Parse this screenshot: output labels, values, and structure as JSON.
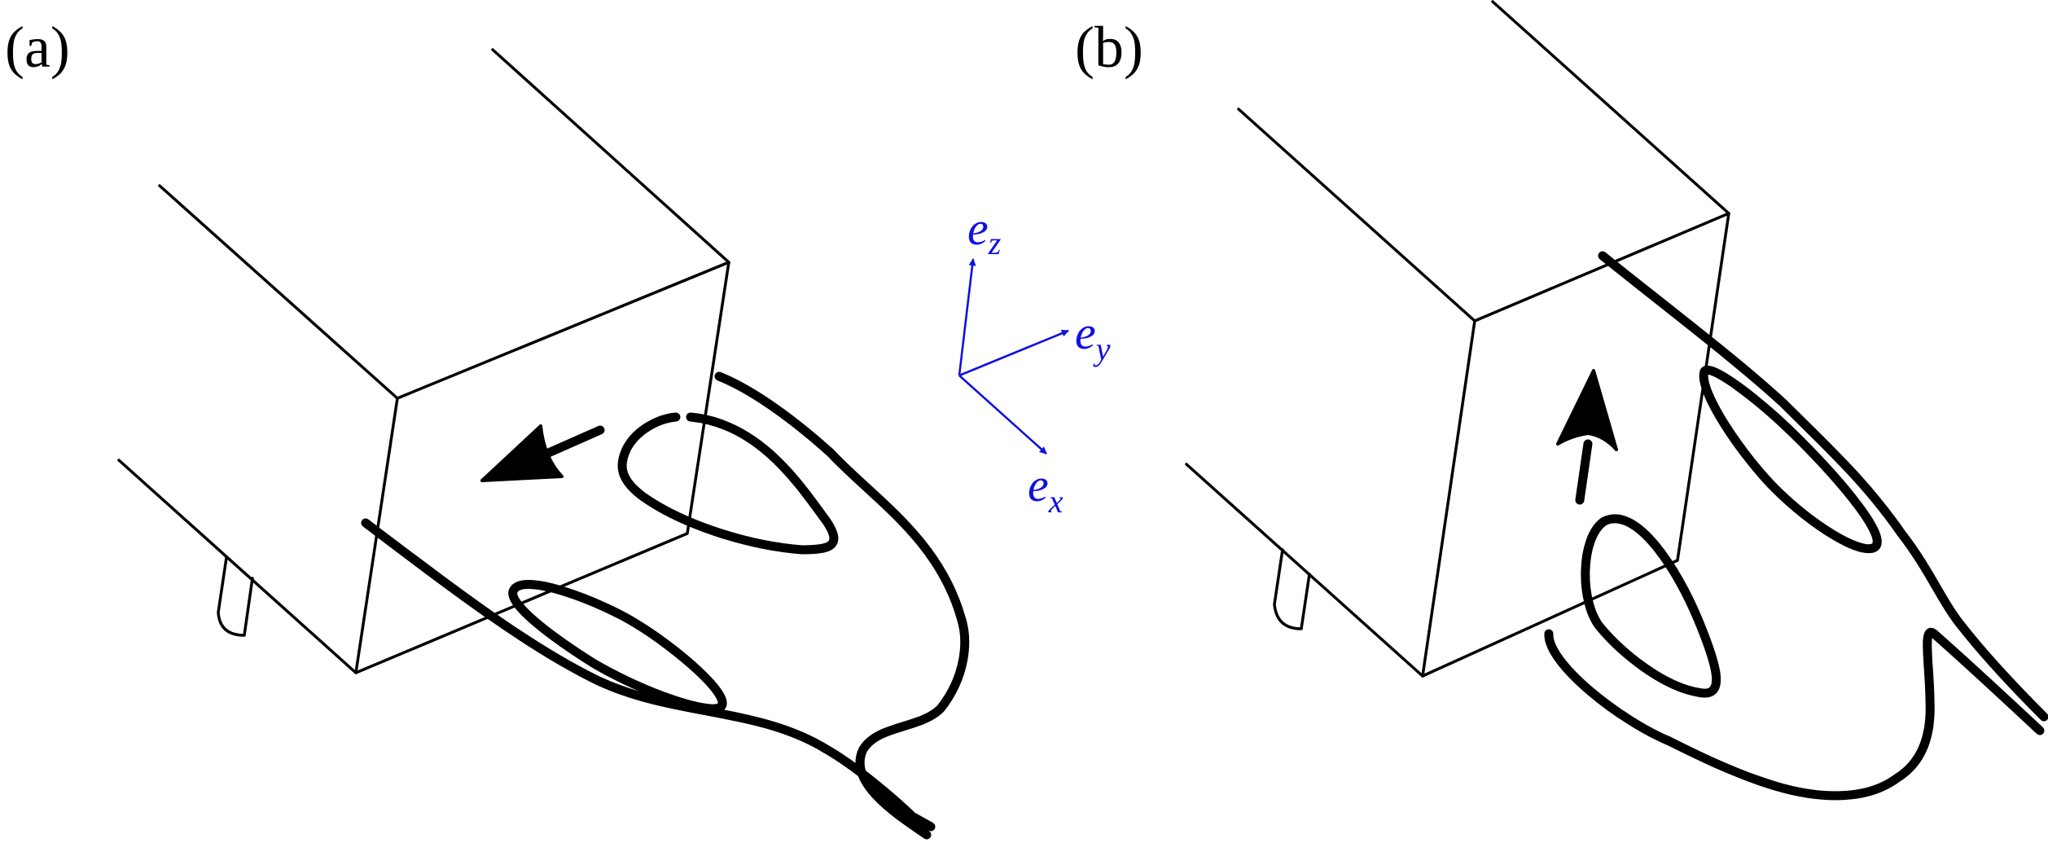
{
  "panels": [
    {
      "id": "a",
      "label": "(a)"
    },
    {
      "id": "b",
      "label": "(b)"
    }
  ],
  "axes": {
    "color": "#1010e0",
    "ez": {
      "base": "e",
      "sub": "z"
    },
    "ey": {
      "base": "e",
      "sub": "y"
    },
    "ex": {
      "base": "e",
      "sub": "x"
    }
  }
}
